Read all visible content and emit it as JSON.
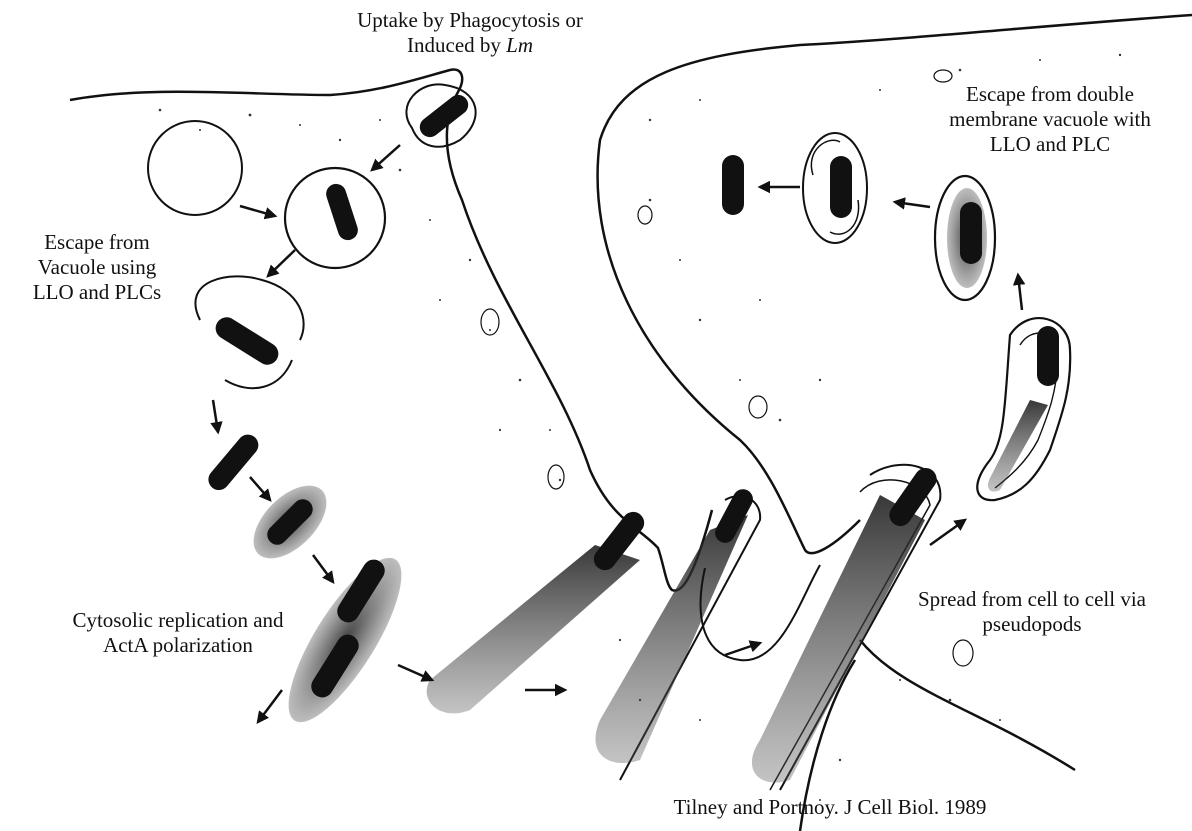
{
  "labels": {
    "uptake_line1": "Uptake by Phagocytosis or",
    "uptake_line2_prefix": "Induced by ",
    "uptake_line2_italic": "Lm",
    "escape_vacuole_line1": "Escape from",
    "escape_vacuole_line2": "Vacuole using",
    "escape_vacuole_line3": "LLO and PLCs",
    "replication_line1": "Cytosolic replication and",
    "replication_line2": "ActA polarization",
    "double_membrane_line1": "Escape from double",
    "double_membrane_line2": "membrane vacuole with",
    "double_membrane_line3": "LLO and PLC",
    "spread_line1": "Spread from cell to cell via",
    "spread_line2": "pseudopods",
    "citation": "Tilney and Portnoy. J Cell Biol. 1989"
  },
  "colors": {
    "ink": "#111111",
    "background": "#ffffff"
  }
}
